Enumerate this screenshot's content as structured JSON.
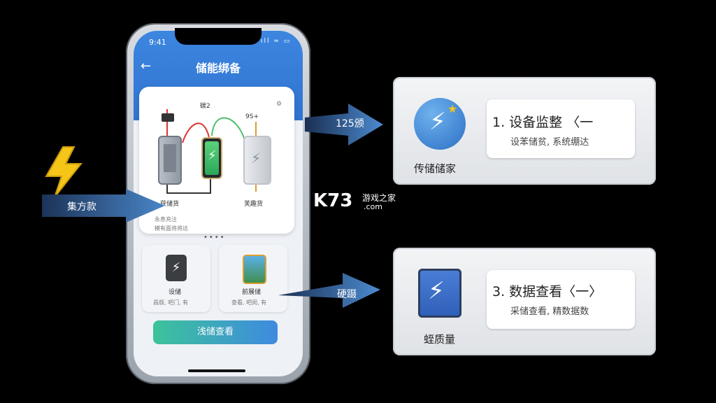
{
  "phone": {
    "status_time": "9:41",
    "status_icons": "ıll ≈ ▭",
    "back_icon": "arrow-left-icon",
    "title": "储能绑备",
    "card": {
      "top_label": "碳2",
      "top_right_label": "9S+",
      "left_device_label": "获储货",
      "right_device_label": "芙趣货",
      "desc_line1": "永息充注",
      "desc_line2": "模有面将将达",
      "dots": "••••",
      "tile_left": {
        "title": "设储",
        "sub": "昌版, 吧门, 有"
      },
      "tile_right": {
        "title": "前展储",
        "sub": "查看, 吧闵, 有"
      }
    },
    "cta": "浅储查看"
  },
  "left_side": {
    "bolt_icon": "lightning-icon",
    "arrow_label": "集方款"
  },
  "arrows": {
    "top_label": "125颁",
    "bottom_label": "硬蹑"
  },
  "panel_top": {
    "icon": "lightning-badge-icon",
    "caption": "传储储家",
    "title": "1. 设备监整 〈一",
    "sub": "设苯储贫, 系统绷达"
  },
  "panel_bottom": {
    "icon": "battery-chip-icon",
    "caption": "蛭质量",
    "title": "3. 数据查看〈一〉",
    "sub": "采储查看, 精数据数"
  },
  "watermark": {
    "main": "K73",
    "cn": "游戏之家",
    "domain": ".com"
  },
  "colors": {
    "header_blue": "#2f73d0",
    "cta_start": "#3cc39a",
    "cta_end": "#3f8ae0",
    "arrow_blue": "#3b6fae"
  }
}
